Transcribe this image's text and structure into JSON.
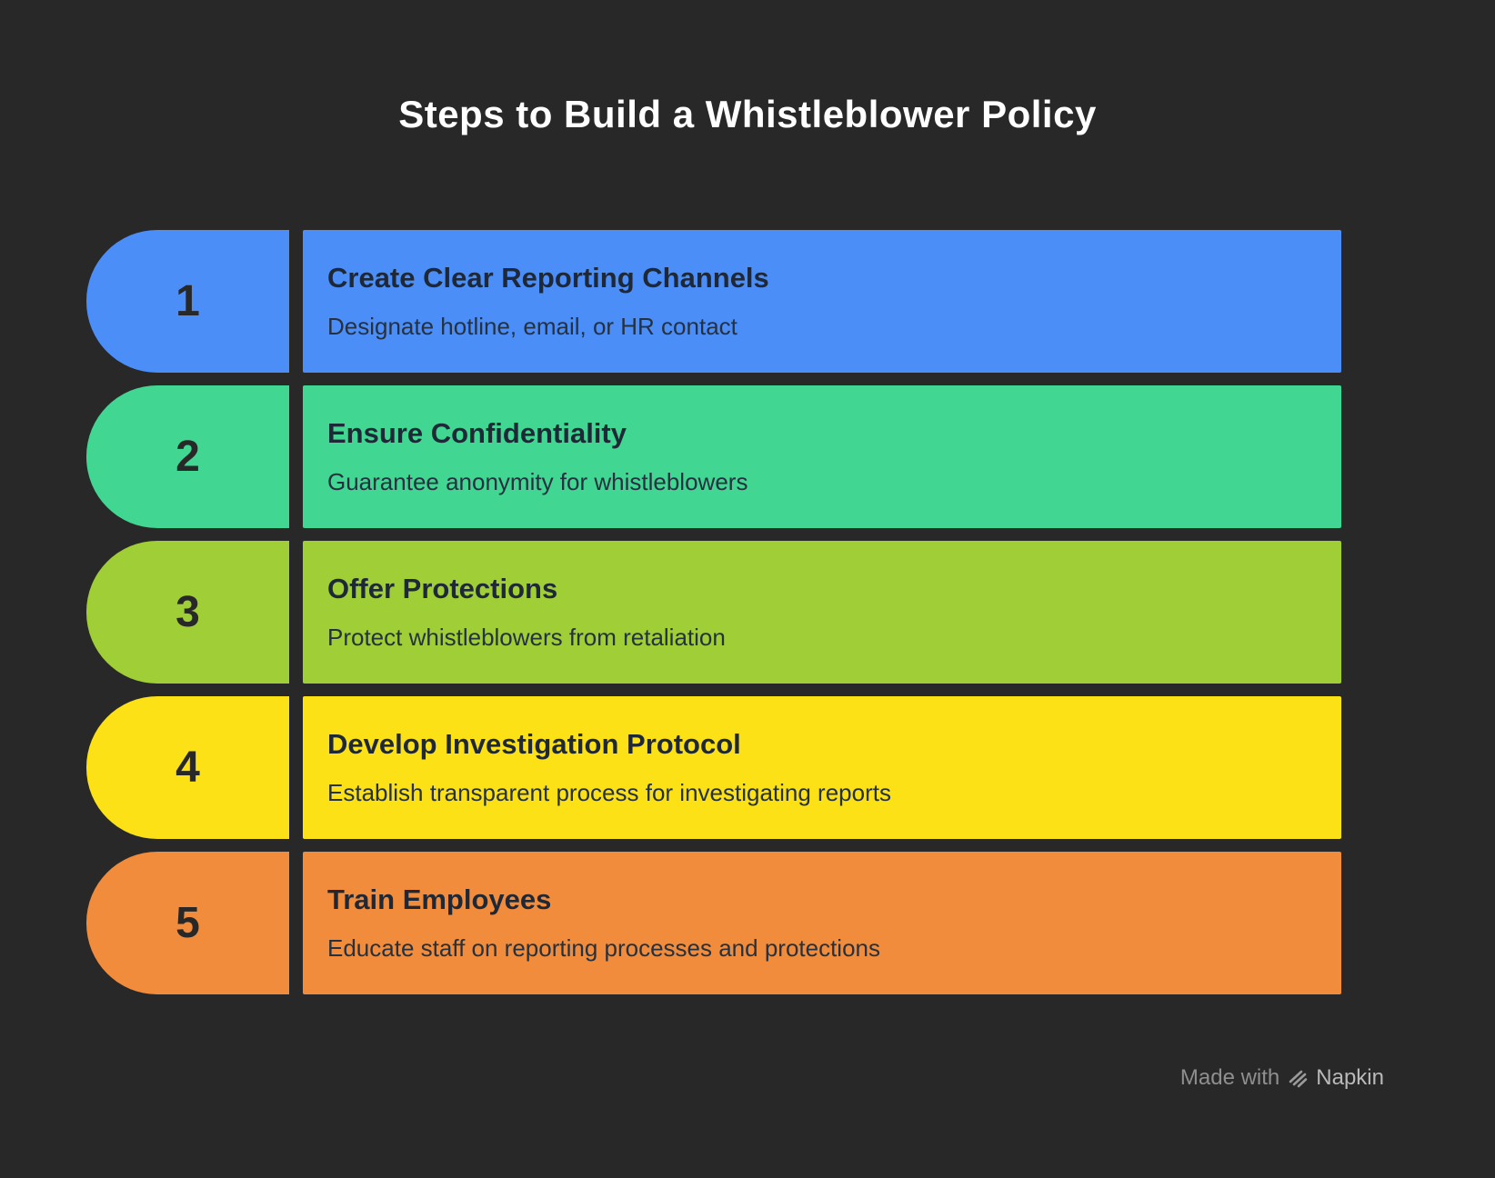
{
  "page": {
    "title": "Steps to Build a Whistleblower Policy",
    "background_color": "#282828",
    "title_color": "#ffffff"
  },
  "steps": [
    {
      "number": "1",
      "title": "Create Clear Reporting Channels",
      "subtitle": "Designate hotline, email, or HR contact",
      "color": "#4b8ef8"
    },
    {
      "number": "2",
      "title": "Ensure Confidentiality",
      "subtitle": "Guarantee anonymity for whistleblowers",
      "color": "#41d692"
    },
    {
      "number": "3",
      "title": "Offer Protections",
      "subtitle": "Protect whistleblowers from retaliation",
      "color": "#9fce37"
    },
    {
      "number": "4",
      "title": "Develop Investigation Protocol",
      "subtitle": "Establish transparent process for investigating reports",
      "color": "#fbe116"
    },
    {
      "number": "5",
      "title": "Train Employees",
      "subtitle": "Educate staff on reporting processes and protections",
      "color": "#f08c3c"
    }
  ],
  "footer": {
    "made_with_label": "Made with",
    "brand_label": "Napkin",
    "icon": "napkin-logo-icon",
    "text_color": "#9a9a9a"
  }
}
